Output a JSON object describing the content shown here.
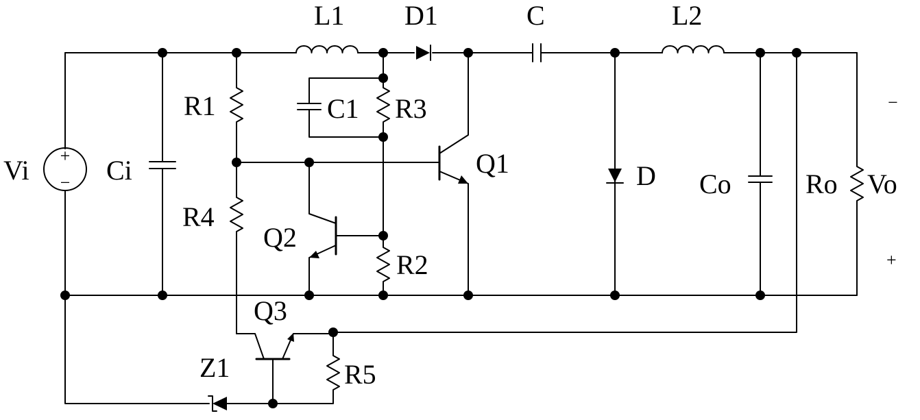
{
  "labels": {
    "L1": "L1",
    "D1": "D1",
    "C": "C",
    "L2": "L2",
    "Vi": "Vi",
    "Ci": "Ci",
    "R1": "R1",
    "C1": "C1",
    "R3": "R3",
    "Q1": "Q1",
    "D": "D",
    "Co": "Co",
    "Ro": "Ro",
    "Vo": "Vo",
    "R4": "R4",
    "Q2": "Q2",
    "R2": "R2",
    "Q3": "Q3",
    "Z1": "Z1",
    "R5": "R5"
  },
  "signs": {
    "vo_top": "−",
    "vo_bottom": "+",
    "vi_plus": "+",
    "vi_minus": "−"
  }
}
